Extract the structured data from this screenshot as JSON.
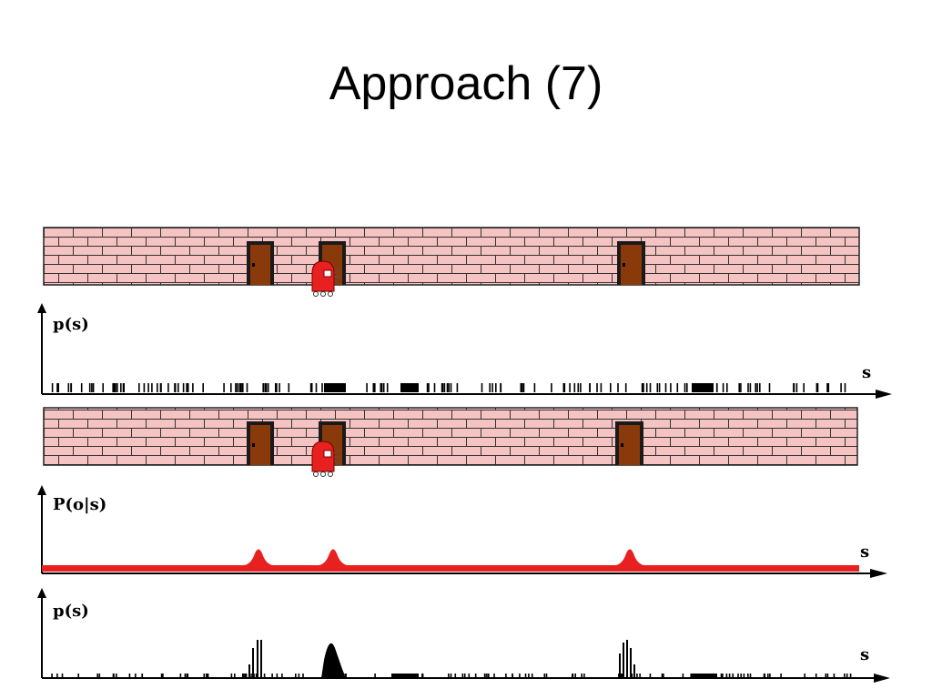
{
  "slide": {
    "title": "Approach (7)"
  },
  "colors": {
    "brick": "#f6c3c3",
    "mortar": "#222222",
    "door": "#8a3a0a",
    "robot": "#e8201f",
    "likelihood": "#e8201f",
    "belief": "#000000"
  },
  "icons": {
    "robot": "robot-icon",
    "door": "door-icon"
  },
  "panels": {
    "prior": {
      "ylabel": "p(s)",
      "xlabel": "s"
    },
    "likelihood": {
      "ylabel": "P(o|s)",
      "xlabel": "s"
    },
    "posterior": {
      "ylabel": "p(s)",
      "xlabel": "s"
    }
  }
}
